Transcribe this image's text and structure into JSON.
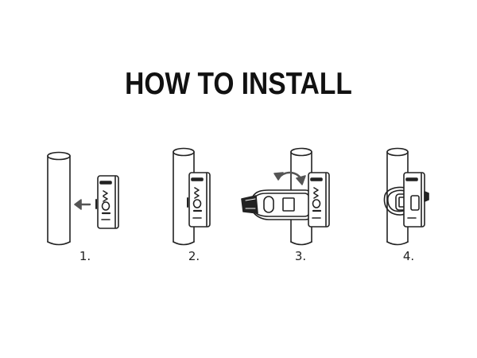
{
  "title": "HOW TO INSTALL",
  "steps": [
    {
      "number": "1."
    },
    {
      "number": "2."
    },
    {
      "number": "3."
    },
    {
      "number": "4."
    }
  ],
  "colors": {
    "stroke": "#222222",
    "arrow": "#555555",
    "background": "#ffffff"
  }
}
